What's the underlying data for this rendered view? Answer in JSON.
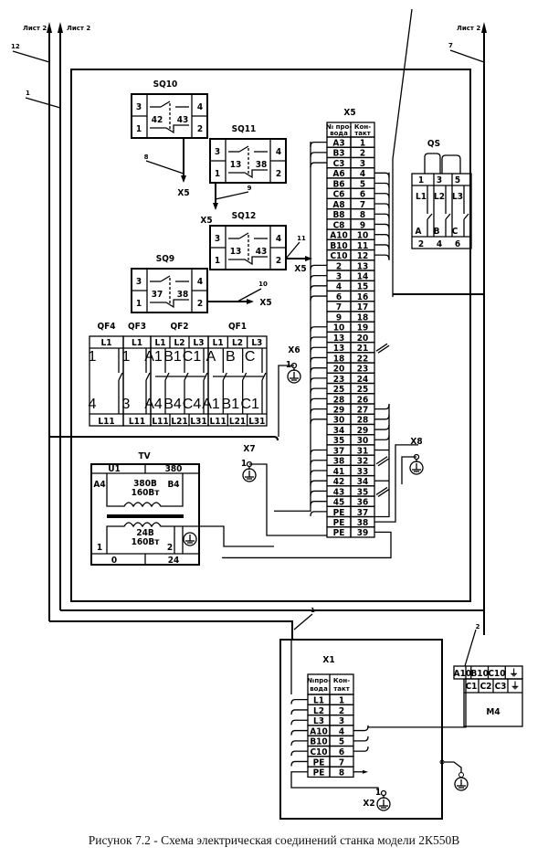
{
  "diagram": {
    "sheet_refs": [
      "Лист 2",
      "Лист 2",
      "Лист 2"
    ],
    "wire_labels": {
      "w12": "12",
      "w1a": "1",
      "w7": "7",
      "w1b": "1",
      "w2": "2",
      "w8": "8",
      "w9": "9",
      "w10": "10",
      "w11": "11"
    },
    "switches": [
      {
        "name": "SQ10",
        "left": [
          "3",
          "1"
        ],
        "right": [
          "4",
          "2"
        ],
        "contacts": [
          "42",
          "43"
        ],
        "target": "X5"
      },
      {
        "name": "SQ11",
        "left": [
          "3",
          "1"
        ],
        "right": [
          "4",
          "2"
        ],
        "contacts": [
          "13",
          "38"
        ],
        "target": "X5"
      },
      {
        "name": "SQ12",
        "left": [
          "3",
          "1"
        ],
        "right": [
          "4",
          "2"
        ],
        "contacts": [
          "13",
          "43"
        ],
        "target": "X5"
      },
      {
        "name": "SQ9",
        "left": [
          "3",
          "1"
        ],
        "right": [
          "4",
          "2"
        ],
        "contacts": [
          "37",
          "38"
        ],
        "target": "X5"
      }
    ],
    "x5": {
      "title": "X5",
      "header": [
        "№ про-вода",
        "Кон-такт"
      ],
      "rows": [
        [
          "A3",
          "1"
        ],
        [
          "B3",
          "2"
        ],
        [
          "C3",
          "3"
        ],
        [
          "A6",
          "4"
        ],
        [
          "B6",
          "5"
        ],
        [
          "C6",
          "6"
        ],
        [
          "A8",
          "7"
        ],
        [
          "B8",
          "8"
        ],
        [
          "C8",
          "9"
        ],
        [
          "A10",
          "10"
        ],
        [
          "B10",
          "11"
        ],
        [
          "C10",
          "12"
        ],
        [
          "2",
          "13"
        ],
        [
          "3",
          "14"
        ],
        [
          "4",
          "15"
        ],
        [
          "6",
          "16"
        ],
        [
          "7",
          "17"
        ],
        [
          "9",
          "18"
        ],
        [
          "10",
          "19"
        ],
        [
          "13",
          "20"
        ],
        [
          "13",
          "21"
        ],
        [
          "18",
          "22"
        ],
        [
          "20",
          "23"
        ],
        [
          "23",
          "24"
        ],
        [
          "25",
          "25"
        ],
        [
          "28",
          "26"
        ],
        [
          "29",
          "27"
        ],
        [
          "30",
          "28"
        ],
        [
          "34",
          "29"
        ],
        [
          "35",
          "30"
        ],
        [
          "37",
          "31"
        ],
        [
          "38",
          "32"
        ],
        [
          "41",
          "33"
        ],
        [
          "42",
          "34"
        ],
        [
          "43",
          "35"
        ],
        [
          "45",
          "36"
        ],
        [
          "PE",
          "37"
        ],
        [
          "PE",
          "38"
        ],
        [
          "PE",
          "39"
        ]
      ]
    },
    "qs": {
      "title": "QS",
      "top": [
        "1",
        "3",
        "5"
      ],
      "lines": [
        "L1",
        "L2",
        "L3"
      ],
      "phases": [
        "A",
        "B",
        "C"
      ],
      "bottom": [
        "2",
        "4",
        "6"
      ]
    },
    "breakers": [
      {
        "name": "QF4",
        "top": [
          "L1"
        ],
        "in": [
          "1"
        ],
        "out": [
          "4"
        ],
        "bottom": [
          "L11"
        ]
      },
      {
        "name": "QF3",
        "top": [
          "L1"
        ],
        "in": [
          "1"
        ],
        "out": [
          "3"
        ],
        "bottom": [
          "L11"
        ]
      },
      {
        "name": "QF2",
        "top": [
          "L1",
          "L2",
          "L3"
        ],
        "in": [
          "A1",
          "B1",
          "C1"
        ],
        "out": [
          "A4",
          "B4",
          "C4"
        ],
        "bottom": [
          "L11",
          "L21",
          "L31"
        ]
      },
      {
        "name": "QF1",
        "top": [
          "L1",
          "L2",
          "L3"
        ],
        "in": [
          "A",
          "B",
          "C"
        ],
        "out": [
          "A1",
          "B1",
          "C1"
        ],
        "bottom": [
          "L11",
          "L21",
          "L31"
        ]
      }
    ],
    "transformer": {
      "title": "TV",
      "top": [
        "U1",
        "380"
      ],
      "primary_left": "A4",
      "primary_right": "B4",
      "primary_rating": [
        "380В",
        "160Вт"
      ],
      "secondary_rating": [
        "24В",
        "160Вт"
      ],
      "secondary_left": "1",
      "secondary_right": "2",
      "bottom": [
        "0",
        "24"
      ]
    },
    "ground_terminals": [
      {
        "name": "X6",
        "pin": "1"
      },
      {
        "name": "X7",
        "pin": "1"
      },
      {
        "name": "X8",
        "pin": ""
      },
      {
        "name": "X2",
        "pin": "1"
      }
    ],
    "x1": {
      "title": "X1",
      "header": [
        "№про-вода",
        "Кон-такт"
      ],
      "rows": [
        [
          "L1",
          "1"
        ],
        [
          "L2",
          "2"
        ],
        [
          "L3",
          "3"
        ],
        [
          "A10",
          "4"
        ],
        [
          "B10",
          "5"
        ],
        [
          "C10",
          "6"
        ],
        [
          "PE",
          "7"
        ],
        [
          "PE",
          "8"
        ]
      ]
    },
    "motor": {
      "name": "M4",
      "top": [
        "A10",
        "B10",
        "C10",
        "⏚"
      ],
      "terminals": [
        "C1",
        "C2",
        "C3",
        "⏚"
      ]
    },
    "caption": "Рисунок 7.2 - Схема электрическая соединений станка модели 2К550В"
  }
}
